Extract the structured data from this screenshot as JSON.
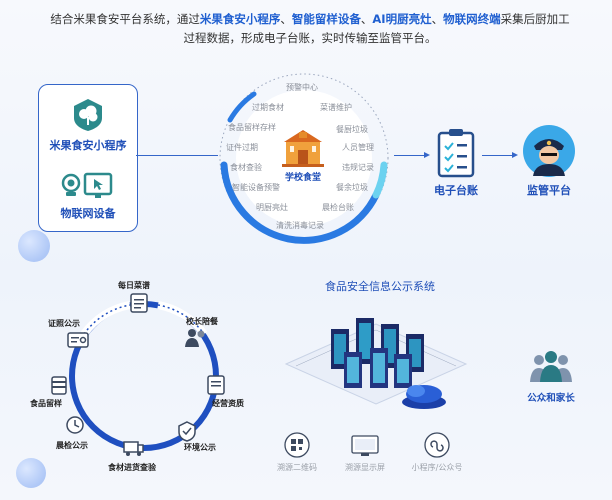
{
  "intro": {
    "line1_pre": "结合米果食安平台系统，通过",
    "line1_hl1": "米果食安小程序",
    "sep": "、",
    "line1_hl2": "智能留样设备",
    "line1_hl3": "AI明厨亮灶",
    "line1_hl4": "物联网终端",
    "line1_post": "采集后厨加工",
    "line2": "过程数据，形成电子台账，实时传输至监管平台。"
  },
  "left_panel": {
    "top_label": "米果食安小程序",
    "bottom_label": "物联网设备"
  },
  "center": {
    "label": "学校食堂",
    "ring_items": [
      "预警中心",
      "菜谱维护",
      "餐厨垃圾",
      "人员管理",
      "违规记录",
      "餐余垃圾",
      "晨检台账",
      "清洗消毒记录",
      "明厨亮灶",
      "智能设备预警",
      "食材查验",
      "证件过期",
      "食品留样存样",
      "过期食材"
    ]
  },
  "ledger": {
    "label": "电子台账"
  },
  "supervise": {
    "label": "监管平台"
  },
  "cycle": {
    "items": [
      "每日菜谱",
      "校长陪餐",
      "经营资质",
      "环境公示",
      "食材进货查验",
      "晨检公示",
      "食品留样",
      "证照公示"
    ]
  },
  "system": {
    "title": "食品安全信息公示系统",
    "bottom_icons": [
      {
        "label": "溯源二维码",
        "icon": "qr-icon"
      },
      {
        "label": "溯源显示屏",
        "icon": "screen-icon"
      },
      {
        "label": "小程序/公众号",
        "icon": "miniapp-icon"
      }
    ]
  },
  "public": {
    "label": "公众和家长"
  },
  "colors": {
    "accent": "#1f5fd0",
    "teal": "#2a8f90",
    "ring_blue": "#2a6fe0",
    "cyan": "#42c6e8"
  }
}
